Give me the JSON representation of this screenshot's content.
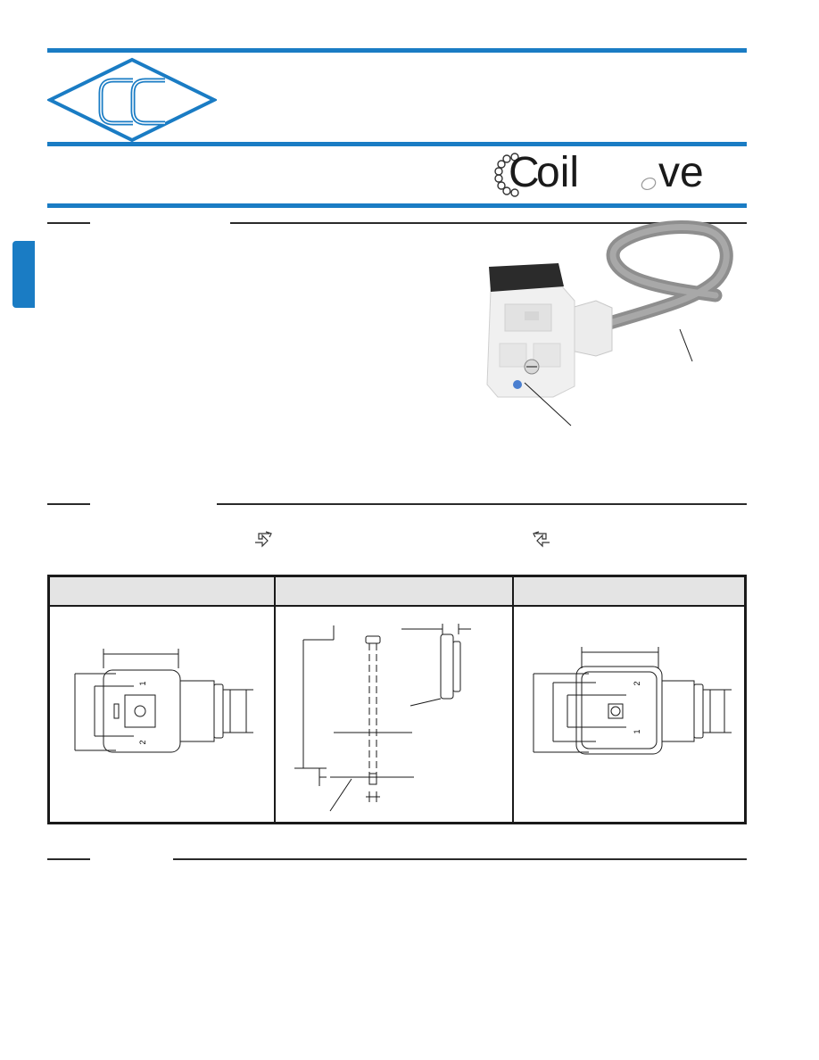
{
  "brand": {
    "word_left": "oil",
    "word_left_initial": "C",
    "word_right": "ve"
  },
  "pin_labels": {
    "left_top": "1",
    "left_bottom": "2",
    "right_top": "2",
    "right_bottom": "1"
  },
  "colors": {
    "accent_blue": "#1a7cc4",
    "rule_dark": "#2a2a2a",
    "header_gray": "#e4e4e4",
    "cable_gray": "#8e8e8e"
  }
}
